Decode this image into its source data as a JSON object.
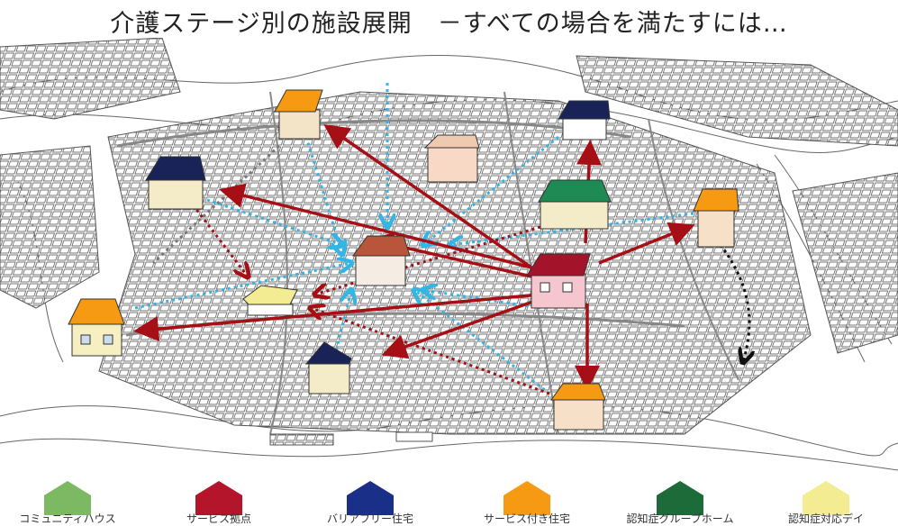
{
  "title": "介護ステージ別の施設展開　－すべての場合を満たすには…",
  "colors": {
    "arrow_solid": "#a50f15",
    "arrow_dotted_red": "#a50f15",
    "arrow_dotted_blue": "#33b5e5",
    "arrow_dotted_black": "#111111"
  },
  "legend": [
    {
      "label": "コミュニティハウス",
      "color": "#7cb962",
      "icon": "house-shape-icon"
    },
    {
      "label": "サービス拠点",
      "color": "#b5152b",
      "icon": "house-shape-icon"
    },
    {
      "label": "バリアフリー住宅",
      "color": "#1a2f87",
      "icon": "house-shape-icon"
    },
    {
      "label": "サービス付き住宅",
      "color": "#f59a12",
      "icon": "house-shape-icon"
    },
    {
      "label": "認知症グループホーム",
      "color": "#1e6b3a",
      "icon": "house-shape-icon"
    },
    {
      "label": "認知症対応デイ",
      "color": "#f4ec92",
      "icon": "house-shape-icon"
    }
  ]
}
